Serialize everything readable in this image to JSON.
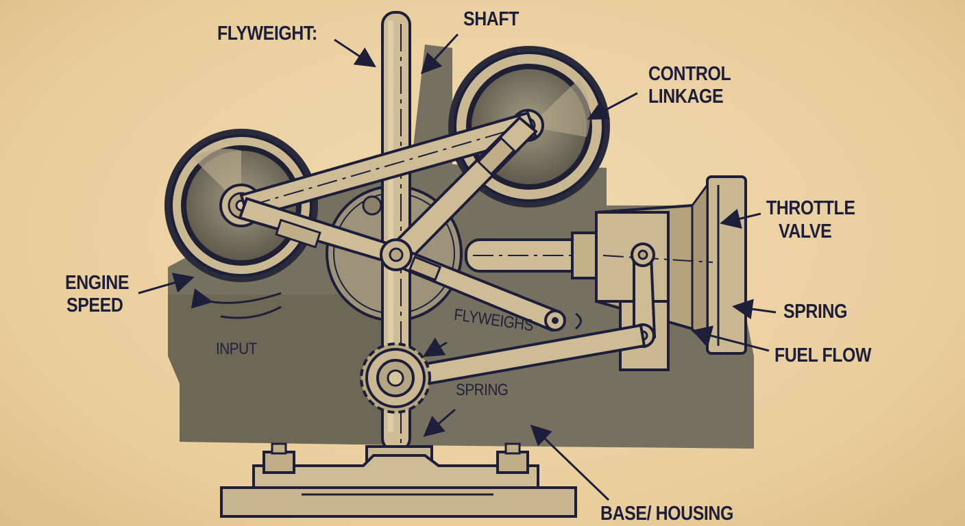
{
  "labels": {
    "flyweight": "FLYWEIGHT:",
    "shaft": "SHAFT",
    "control_linkage_1": "CONTROL",
    "control_linkage_2": "LINKAGE",
    "throttle_valve_1": "THROTTLE",
    "throttle_valve_2": "VALVE",
    "engine_speed_1": "ENGINE",
    "engine_speed_2": "SPEED",
    "input": "INPUT",
    "flyweighs": "FLYWEIGHS",
    "spring_center": "SPRING",
    "spring_right": "SPRING",
    "fuel_flow": "FUEL FLOW",
    "base_housing": "BASE/ HOUSING"
  },
  "colors": {
    "paper": "#ecd3a6",
    "ink": "#1c1e3a",
    "shadow": "#6f6a5c",
    "metal": "#c8b690"
  }
}
